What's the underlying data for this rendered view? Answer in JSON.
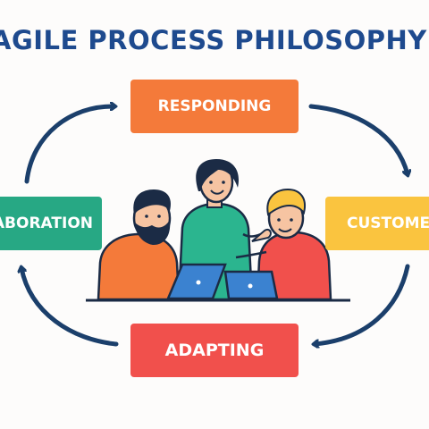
{
  "title": "AGILE PROCESS PHILOSOPHY",
  "nodes": {
    "top": "RESPONDING",
    "right": "CUSTOMER",
    "bottom": "ADAPTING",
    "left": "COLLABORATION"
  },
  "colors": {
    "title": "#1e4a8e",
    "responding": "#f47a3a",
    "collaboration": "#27a884",
    "customer": "#fac43f",
    "adapting": "#f1504c",
    "arrows": "#1b3f6b"
  }
}
